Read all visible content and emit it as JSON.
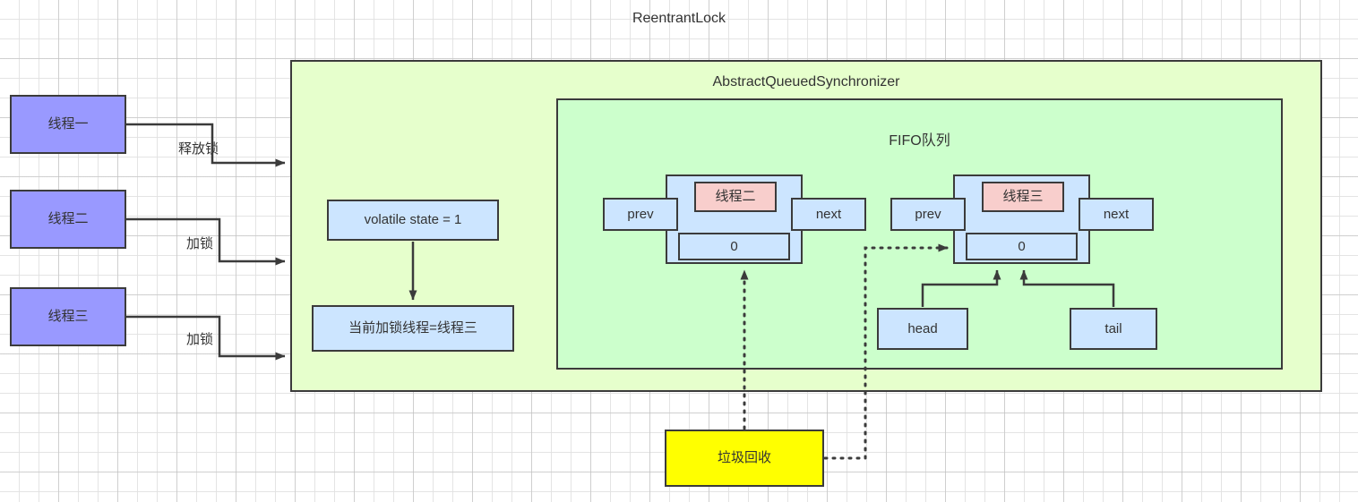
{
  "diagram": {
    "title": "ReentrantLock",
    "container_title": "AbstractQueuedSynchronizer",
    "queue_title": "FIFO队列"
  },
  "threads": [
    {
      "label": "线程一",
      "connector_label": "释放锁"
    },
    {
      "label": "线程二",
      "connector_label": "加锁"
    },
    {
      "label": "线程三",
      "connector_label": "加锁"
    }
  ],
  "state": {
    "volatile_state": "volatile state = 1",
    "current_owner": "当前加锁线程=线程三"
  },
  "queue_nodes": [
    {
      "prev": "prev",
      "thread": "线程二",
      "next": "next",
      "waitstatus": "0"
    },
    {
      "prev": "prev",
      "thread": "线程三",
      "next": "next",
      "waitstatus": "0"
    }
  ],
  "pointers": {
    "head": "head",
    "tail": "tail"
  },
  "gc": {
    "label": "垃圾回收"
  },
  "colors": {
    "thread_fill": "#9999FF",
    "aqs_fill": "#E6FFCC",
    "fifo_fill": "#CCFFCC",
    "node_fill": "#CCE5FF",
    "thread_node_fill": "#F8CECC",
    "gc_fill": "#FFFF00",
    "stroke": "#3b3b3b"
  }
}
